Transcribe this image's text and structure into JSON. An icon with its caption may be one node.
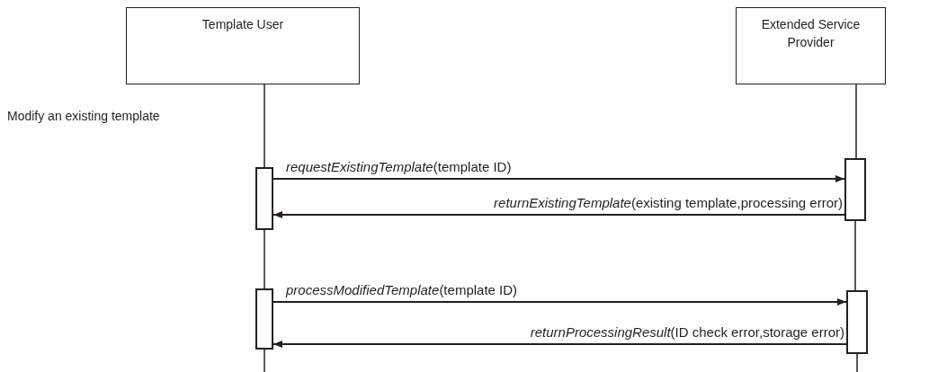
{
  "diagram": {
    "nodes": [
      {
        "text": [
          "Template User"
        ]
      },
      {
        "text": [
          "Extended Service Provider"
        ]
      },
      {
        "text": [],
        "shape": "bar"
      },
      {
        "text": [],
        "shape": "bar"
      },
      {
        "text": [],
        "shape": "bar"
      },
      {
        "text": [],
        "shape": "bar"
      }
    ],
    "edges": [
      {
        "from": 0,
        "to": 2,
        "arrow": "none"
      },
      {
        "from": 2,
        "to": 3,
        "arrow": "none"
      },
      {
        "from": 3,
        "to": null,
        "arrow": "none"
      },
      {
        "from": 1,
        "to": 4,
        "arrow": "none"
      },
      {
        "from": 4,
        "to": 5,
        "arrow": "none"
      },
      {
        "from": 5,
        "to": null,
        "arrow": "none"
      },
      {
        "from": 2,
        "to": 4,
        "arrow": "to",
        "label": "*requestExistingTemplate*(template ID)"
      },
      {
        "from": 4,
        "to": 2,
        "arrow": "to",
        "label": "*returnExistingTemplate*(existing template,processing error)"
      },
      {
        "from": 3,
        "to": 5,
        "arrow": "to",
        "label": "*processModifiedTemplate*(template ID)"
      },
      {
        "from": 5,
        "to": 3,
        "arrow": "to",
        "label": "*returnProcessingResult*(ID check error,storage error)"
      }
    ],
    "labels": [
      "Modify an existing template"
    ]
  }
}
